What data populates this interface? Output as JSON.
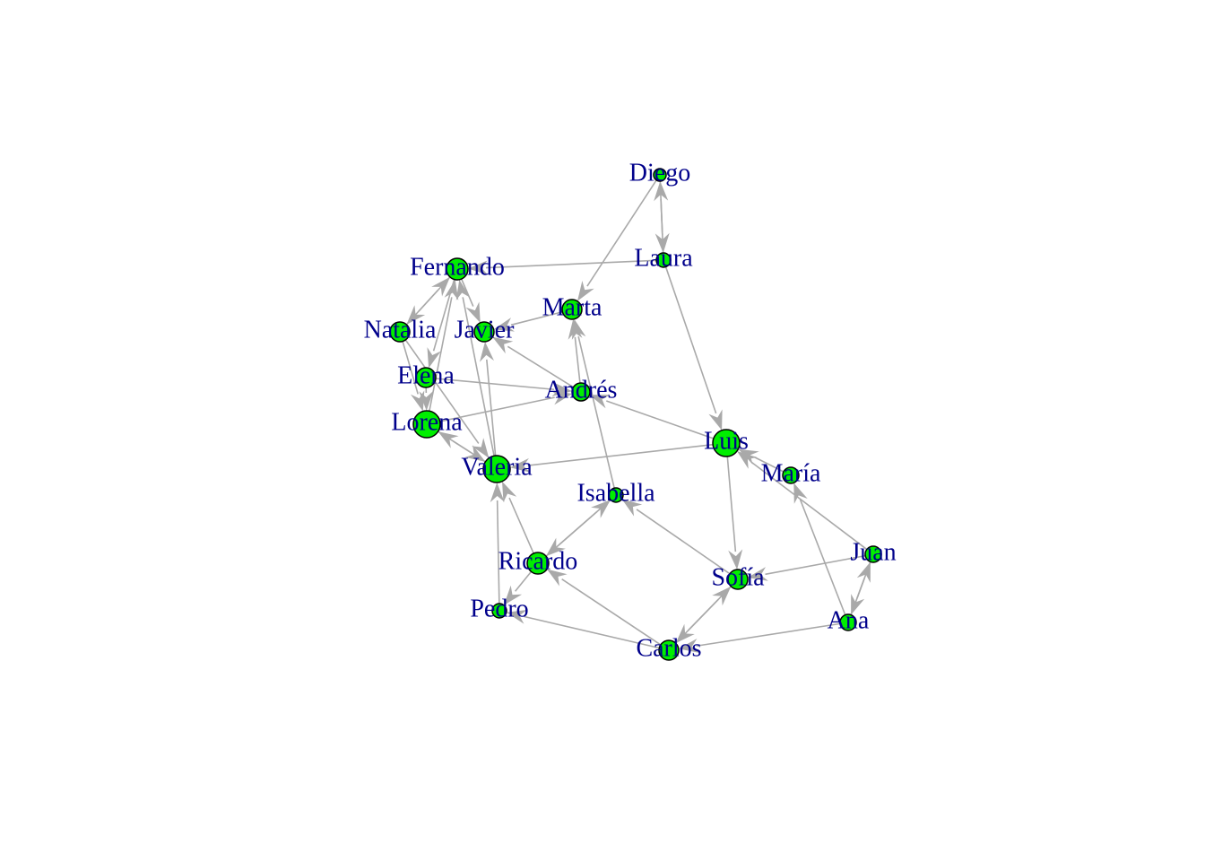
{
  "graph": {
    "directed": true,
    "colors": {
      "node_fill": "#00ee00",
      "node_border": "#000000",
      "edge": "#a9a9a9",
      "label": "#00008b"
    },
    "nodes": [
      {
        "id": "Diego"
      },
      {
        "id": "Laura"
      },
      {
        "id": "Fernando"
      },
      {
        "id": "Marta"
      },
      {
        "id": "Natalia"
      },
      {
        "id": "Javier"
      },
      {
        "id": "Elena"
      },
      {
        "id": "Andrés"
      },
      {
        "id": "Lorena"
      },
      {
        "id": "Luis"
      },
      {
        "id": "María"
      },
      {
        "id": "Valeria"
      },
      {
        "id": "Isabella"
      },
      {
        "id": "Juan"
      },
      {
        "id": "Ricardo"
      },
      {
        "id": "Sofía"
      },
      {
        "id": "Pedro"
      },
      {
        "id": "Ana"
      },
      {
        "id": "Carlos"
      }
    ],
    "edges": [
      {
        "from": "Diego",
        "to": "Laura"
      },
      {
        "from": "Laura",
        "to": "Diego"
      },
      {
        "from": "Diego",
        "to": "Marta"
      },
      {
        "from": "Laura",
        "to": "Fernando"
      },
      {
        "from": "Laura",
        "to": "Luis"
      },
      {
        "from": "Marta",
        "to": "Javier"
      },
      {
        "from": "Natalia",
        "to": "Fernando"
      },
      {
        "from": "Fernando",
        "to": "Natalia"
      },
      {
        "from": "Fernando",
        "to": "Elena"
      },
      {
        "from": "Lorena",
        "to": "Fernando"
      },
      {
        "from": "Valeria",
        "to": "Fernando"
      },
      {
        "from": "Fernando",
        "to": "Javier"
      },
      {
        "from": "Natalia",
        "to": "Lorena"
      },
      {
        "from": "Natalia",
        "to": "Valeria"
      },
      {
        "from": "Elena",
        "to": "Lorena"
      },
      {
        "from": "Elena",
        "to": "Andrés"
      },
      {
        "from": "Lorena",
        "to": "Andrés"
      },
      {
        "from": "Lorena",
        "to": "Valeria"
      },
      {
        "from": "Valeria",
        "to": "Lorena"
      },
      {
        "from": "Andrés",
        "to": "Javier"
      },
      {
        "from": "Andrés",
        "to": "Marta"
      },
      {
        "from": "Valeria",
        "to": "Javier"
      },
      {
        "from": "Luis",
        "to": "Andrés"
      },
      {
        "from": "Luis",
        "to": "Valeria"
      },
      {
        "from": "Luis",
        "to": "Sofía"
      },
      {
        "from": "María",
        "to": "Luis"
      },
      {
        "from": "Juan",
        "to": "Luis"
      },
      {
        "from": "Isabella",
        "to": "Marta"
      },
      {
        "from": "Sofía",
        "to": "Isabella"
      },
      {
        "from": "Isabella",
        "to": "Ricardo"
      },
      {
        "from": "Ricardo",
        "to": "Isabella"
      },
      {
        "from": "Ricardo",
        "to": "Valeria"
      },
      {
        "from": "Ricardo",
        "to": "Pedro"
      },
      {
        "from": "Pedro",
        "to": "Valeria"
      },
      {
        "from": "Juan",
        "to": "Sofía"
      },
      {
        "from": "Juan",
        "to": "Ana"
      },
      {
        "from": "Ana",
        "to": "Juan"
      },
      {
        "from": "Ana",
        "to": "María"
      },
      {
        "from": "Ana",
        "to": "Carlos"
      },
      {
        "from": "Carlos",
        "to": "Ricardo"
      },
      {
        "from": "Carlos",
        "to": "Pedro"
      },
      {
        "from": "Carlos",
        "to": "Sofía"
      },
      {
        "from": "Sofía",
        "to": "Carlos"
      }
    ]
  }
}
